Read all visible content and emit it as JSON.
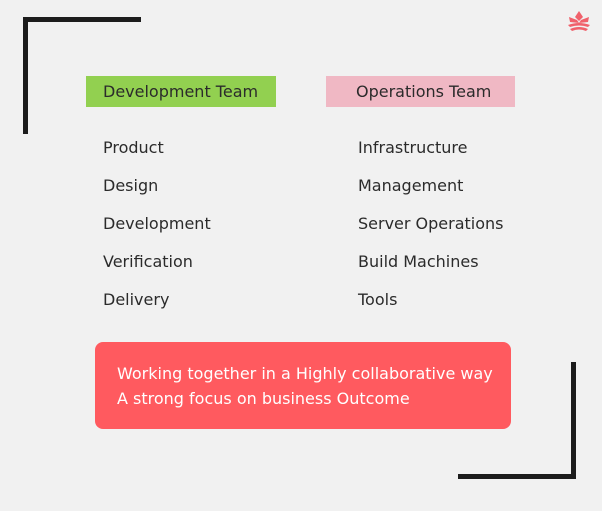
{
  "teams": {
    "development": {
      "title": "Development Team",
      "color": "#92d050",
      "items": [
        "Product",
        "Design",
        "Development",
        "Verification",
        "Delivery"
      ]
    },
    "operations": {
      "title": "Operations Team",
      "color": "#f0b8c4",
      "items": [
        "Infrastructure",
        "Management",
        "Server Operations",
        "Build Machines",
        "Tools"
      ]
    }
  },
  "callout": {
    "line1": "Working together in a Highly collaborative way",
    "line2": "A strong focus on business Outcome",
    "color": "#ff5a5f"
  },
  "logo": {
    "icon": "lotus-logo-icon",
    "color": "#f0616b"
  }
}
